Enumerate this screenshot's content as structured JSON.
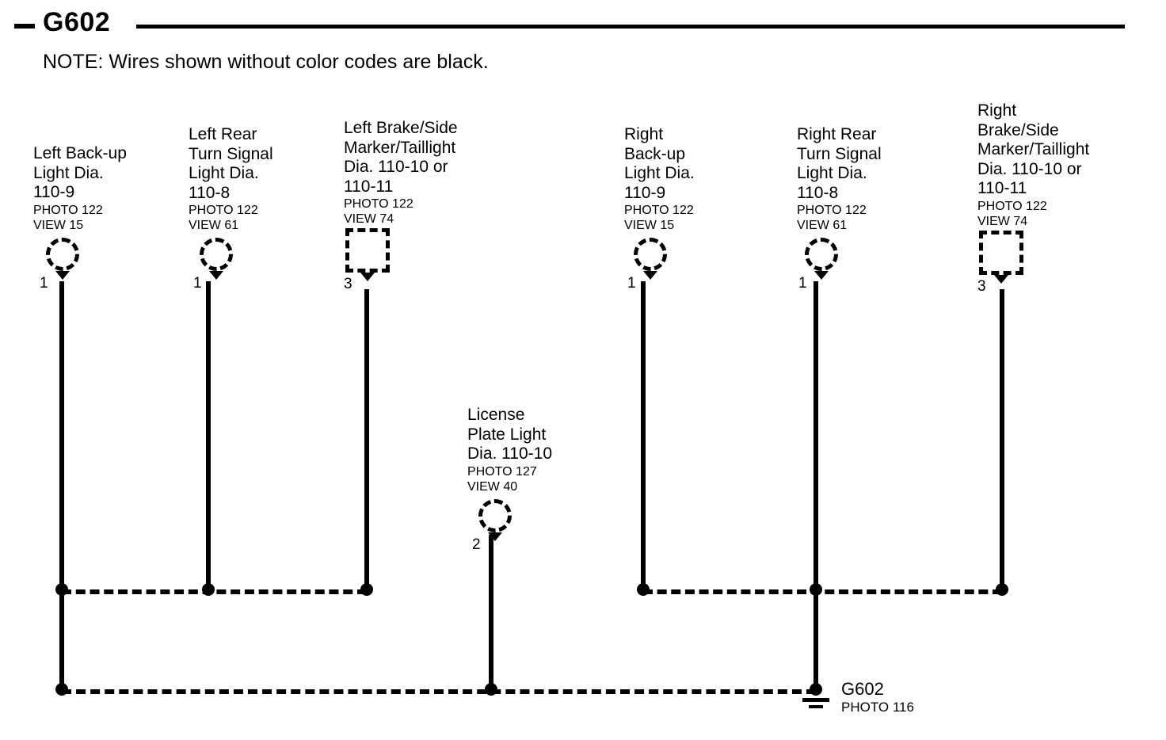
{
  "header": {
    "dash": "-",
    "title": "G602",
    "note": "NOTE: Wires shown without color codes are black."
  },
  "components": [
    {
      "id": "left-back-up-light",
      "name": "Left Back-up\nLight Dia.\n110-9",
      "photo": "PHOTO 122",
      "view": "VIEW 15",
      "pin": "1",
      "connector": "circle"
    },
    {
      "id": "left-rear-turn-signal",
      "name": "Left Rear\nTurn Signal\nLight Dia.\n110-8",
      "photo": "PHOTO 122",
      "view": "VIEW 61",
      "pin": "1",
      "connector": "circle"
    },
    {
      "id": "left-brake-side-marker-taillight",
      "name": "Left Brake/Side\nMarker/Taillight\nDia.  110-10  or\n110-11",
      "photo": "PHOTO 122",
      "view": "VIEW 74",
      "pin": "3",
      "connector": "square"
    },
    {
      "id": "right-back-up-light",
      "name": "Right\nBack-up\nLight Dia.\n110-9",
      "photo": "PHOTO 122",
      "view": "VIEW 15",
      "pin": "1",
      "connector": "circle"
    },
    {
      "id": "right-rear-turn-signal",
      "name": "Right Rear\nTurn Signal\nLight Dia.\n110-8",
      "photo": "PHOTO 122",
      "view": "VIEW 61",
      "pin": "1",
      "connector": "circle"
    },
    {
      "id": "right-brake-side-marker-taillight",
      "name": "Right\nBrake/Side\nMarker/Taillight\nDia. 110-10 or\n110-11",
      "photo": "PHOTO 122",
      "view": "VIEW 74",
      "pin": "3",
      "connector": "square"
    },
    {
      "id": "license-plate-light",
      "name": "License\nPlate Light\nDia. 110-10",
      "photo": "PHOTO 127",
      "view": "VIEW 40",
      "pin": "2",
      "connector": "circle"
    }
  ],
  "ground": {
    "name": "G602",
    "photo": "PHOTO 116"
  },
  "colors": {
    "line": "#000000",
    "background": "#ffffff"
  }
}
